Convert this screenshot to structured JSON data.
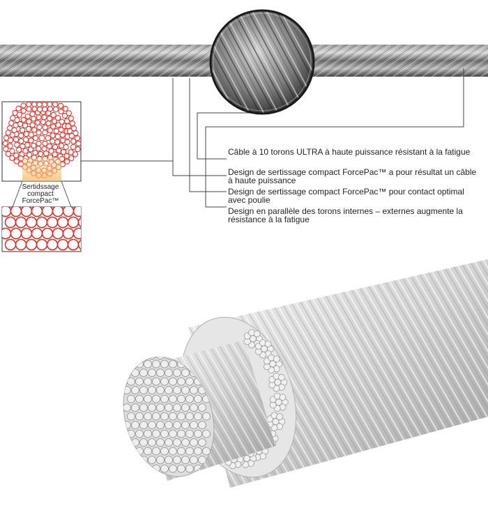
{
  "labels": [
    "Câble à 10 torons ULTRA à haute puissance résistant à la fatigue",
    "Design de sertissage compact ForcePac™ a pour résultat un câble à haute puissance",
    "Design de sertissage compact ForcePac™ pour contact optimal avec poulie",
    "Design en parallèle des torons internes – externes augmente la résistance à la fatigue"
  ],
  "inset_label": "Sertidssage compact ForcePac™",
  "colors": {
    "strand_outline": "#e8261b",
    "highlight": "#f7c873",
    "leader_line": "#444444",
    "rope_dark": "#3a3a3a",
    "rope_light": "#d9d9d9"
  }
}
